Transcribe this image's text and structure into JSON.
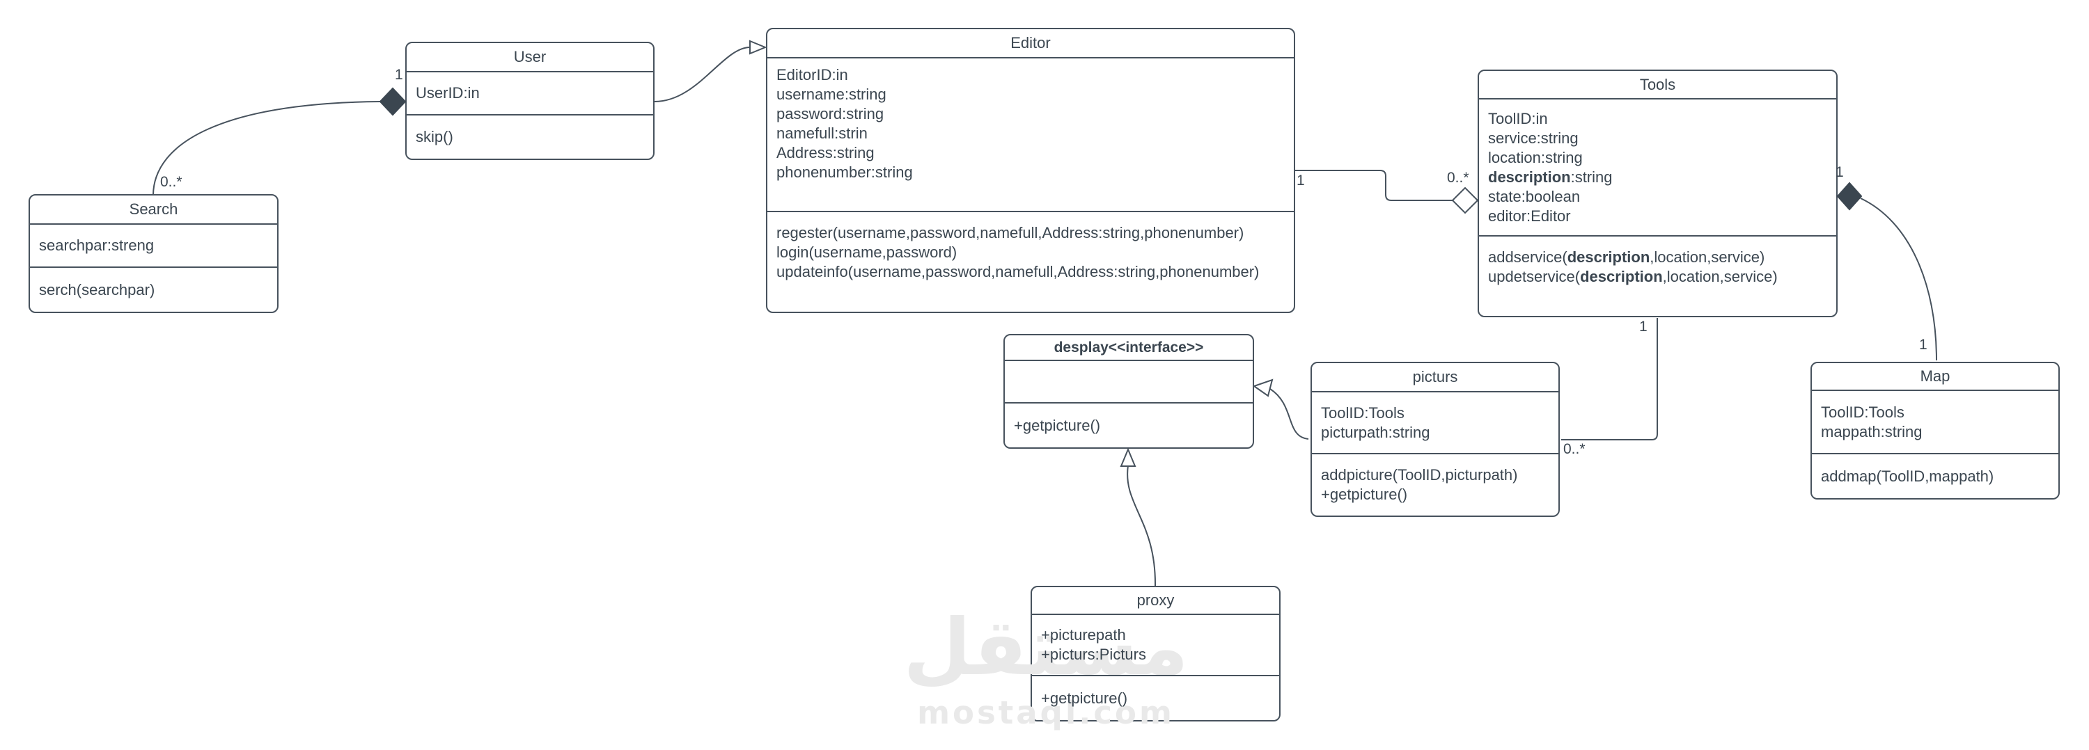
{
  "classes": {
    "user": {
      "title": "User",
      "a1": "UserID:in",
      "m1": "skip()"
    },
    "editor": {
      "title": "Editor",
      "a1": "EditorID:in",
      "a2": "username:string",
      "a3": "password:string",
      "a4": "namefull:strin",
      "a5": "Address:string",
      "a6": "phonenumber:string",
      "m1": "regester(username,password,namefull,Address:string,phonenumber)",
      "m2": "login(username,password)",
      "m3": "updateinfo(username,password,namefull,Address:string,phonenumber)"
    },
    "tools": {
      "title": "Tools",
      "a1": "ToolID:in",
      "a2": "service:string",
      "a3": "location:string",
      "a4_bold": "description",
      "a4_rest": ":string",
      "a5": "state:boolean",
      "a6": "editor:Editor",
      "m1_pre": "addservice(",
      "m1_bold": "description",
      "m1_rest": ",location,service)",
      "m2_pre": "updetservice(",
      "m2_bold": "description",
      "m2_rest": ",location,service)"
    },
    "search": {
      "title": "Search",
      "a1": "searchpar:streng",
      "m1": "serch(searchpar)"
    },
    "display": {
      "title": "desplay<<interface>>",
      "m1": "+getpicture()"
    },
    "picturs": {
      "title": "picturs",
      "a1": "ToolID:Tools",
      "a2": "picturpath:string",
      "m1": "addpicture(ToolID,picturpath)",
      "m2": "+getpicture()"
    },
    "map": {
      "title": "Map",
      "a1": "ToolID:Tools",
      "a2": "mappath:string",
      "m1": "addmap(ToolID,mappath)"
    },
    "proxy": {
      "title": "proxy",
      "a1": "+picturepath",
      "a2": "+picturs:Picturs",
      "m1": "+getpicture()"
    }
  },
  "multiplicities": {
    "search_end": "0..*",
    "user_end": "1",
    "editor_end": "1",
    "tools_left_end": "0..*",
    "tools_right_end": "1",
    "map_end": "1",
    "tools_bottom_end": "1",
    "picturs_end": "0..*"
  },
  "watermark": {
    "logo": "مستقل",
    "domain": "mostaql.com"
  },
  "colors": {
    "stroke": "#47525D",
    "text": "#3B4650",
    "watermark": "#e9e9e9",
    "background": "#ffffff"
  }
}
